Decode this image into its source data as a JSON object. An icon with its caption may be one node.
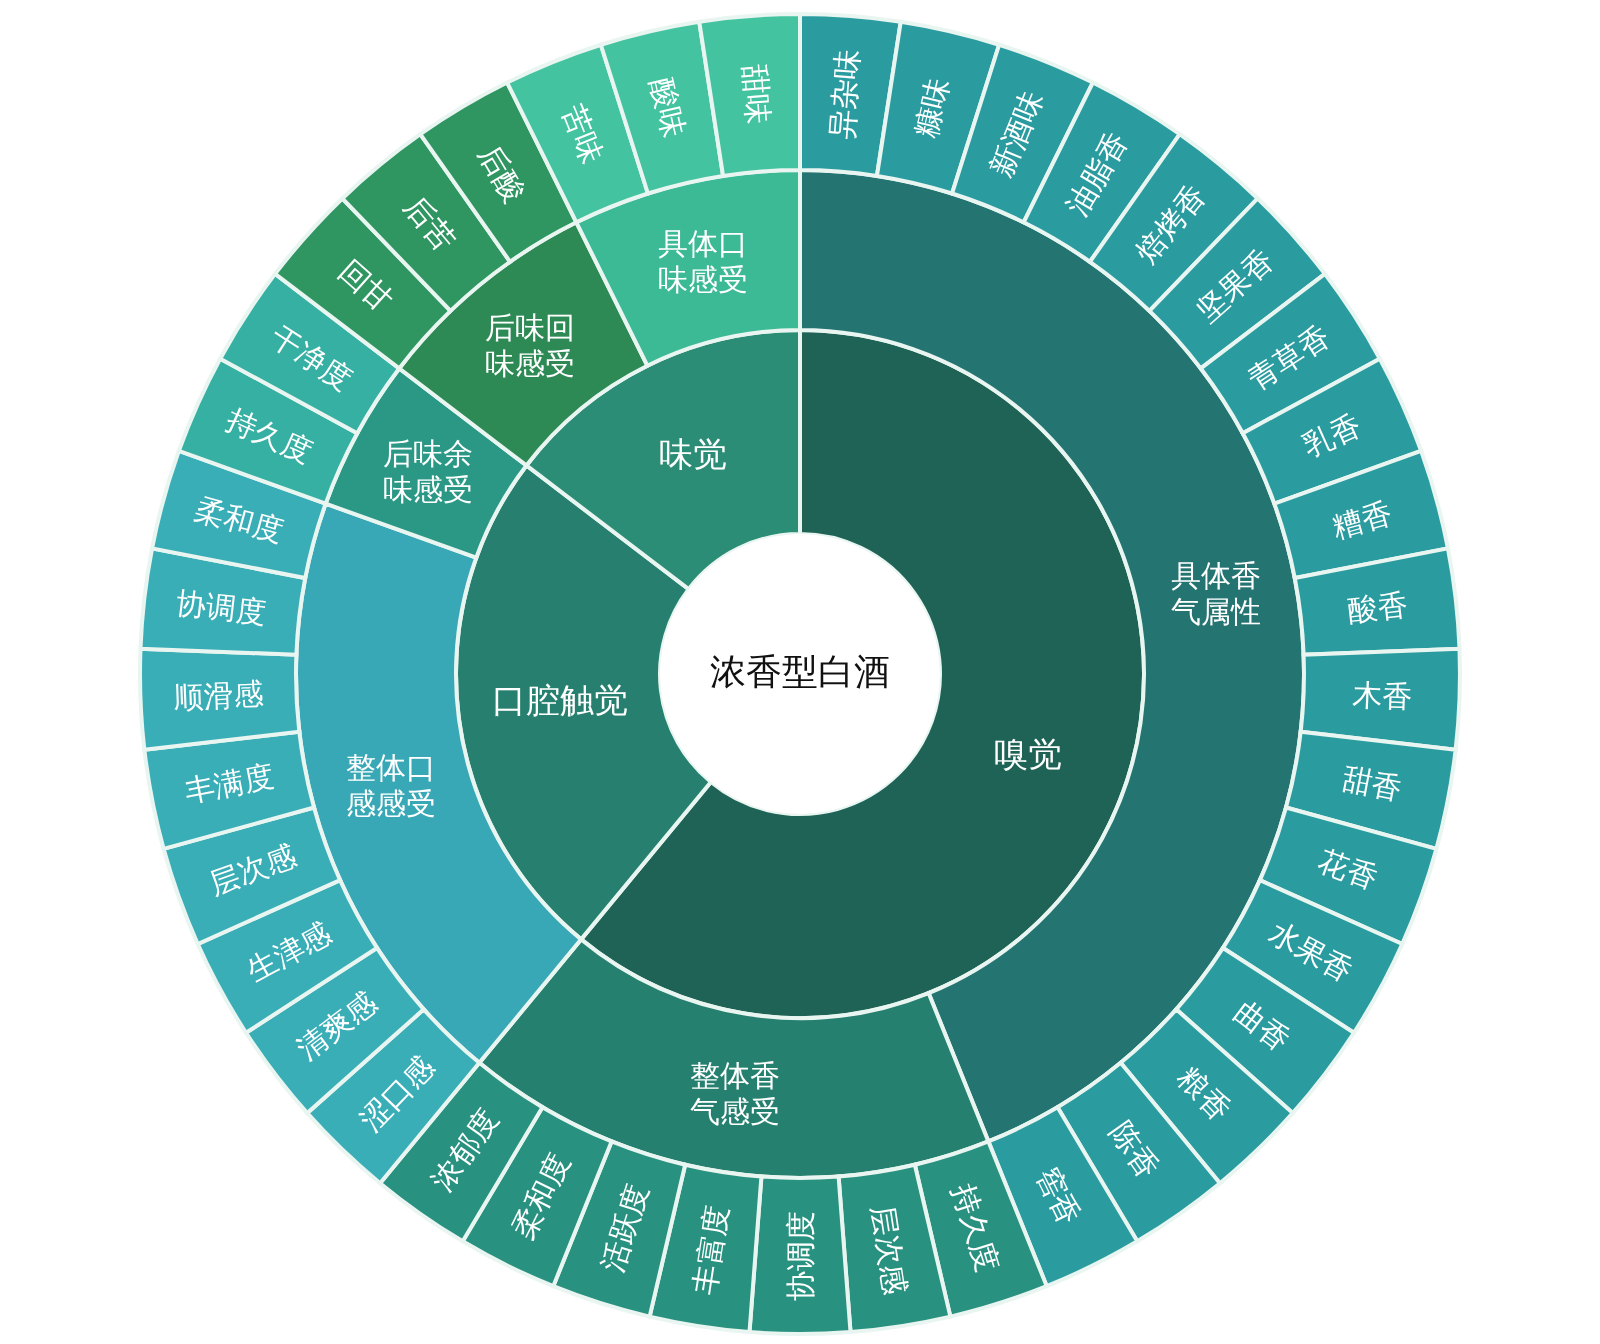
{
  "diagram": {
    "nodes": [
      {
        "text": [
          "浓香型白酒"
        ]
      },
      {
        "text": [
          "嗅觉"
        ]
      },
      {
        "text": [
          "口腔触觉"
        ]
      },
      {
        "text": [
          "味觉"
        ]
      },
      {
        "text": [
          "具体香气属性"
        ]
      },
      {
        "text": [
          "整体香气感受"
        ]
      },
      {
        "text": [
          "整体口感感受"
        ]
      },
      {
        "text": [
          "后味余味感受"
        ]
      },
      {
        "text": [
          "后味回味感受"
        ]
      },
      {
        "text": [
          "具体口味感受"
        ]
      },
      {
        "text": [
          "异杂味"
        ]
      },
      {
        "text": [
          "糠味"
        ]
      },
      {
        "text": [
          "新酒味"
        ]
      },
      {
        "text": [
          "油脂香"
        ]
      },
      {
        "text": [
          "焙烤香"
        ]
      },
      {
        "text": [
          "坚果香"
        ]
      },
      {
        "text": [
          "青草香"
        ]
      },
      {
        "text": [
          "乳香"
        ]
      },
      {
        "text": [
          "糟香"
        ]
      },
      {
        "text": [
          "酸香"
        ]
      },
      {
        "text": [
          "木香"
        ]
      },
      {
        "text": [
          "甜香"
        ]
      },
      {
        "text": [
          "花香"
        ]
      },
      {
        "text": [
          "水果香"
        ]
      },
      {
        "text": [
          "曲香"
        ]
      },
      {
        "text": [
          "粮香"
        ]
      },
      {
        "text": [
          "陈香"
        ]
      },
      {
        "text": [
          "窖香"
        ]
      },
      {
        "text": [
          "持久度"
        ]
      },
      {
        "text": [
          "层次感"
        ]
      },
      {
        "text": [
          "协调度"
        ]
      },
      {
        "text": [
          "丰富度"
        ]
      },
      {
        "text": [
          "活跃度"
        ]
      },
      {
        "text": [
          "柔和度"
        ]
      },
      {
        "text": [
          "浓郁度"
        ]
      },
      {
        "text": [
          "涩口感"
        ]
      },
      {
        "text": [
          "清爽感"
        ]
      },
      {
        "text": [
          "生津感"
        ]
      },
      {
        "text": [
          "层次感"
        ]
      },
      {
        "text": [
          "丰满度"
        ]
      },
      {
        "text": [
          "顺滑感"
        ]
      },
      {
        "text": [
          "协调度"
        ]
      },
      {
        "text": [
          "柔和度"
        ]
      },
      {
        "text": [
          "持久度"
        ]
      },
      {
        "text": [
          "干净度"
        ]
      },
      {
        "text": [
          "回甘"
        ]
      },
      {
        "text": [
          "后苦"
        ]
      },
      {
        "text": [
          "后酸"
        ]
      },
      {
        "text": [
          "苦味"
        ]
      },
      {
        "text": [
          "酸味"
        ]
      },
      {
        "text": [
          "甜味"
        ]
      }
    ]
  }
}
